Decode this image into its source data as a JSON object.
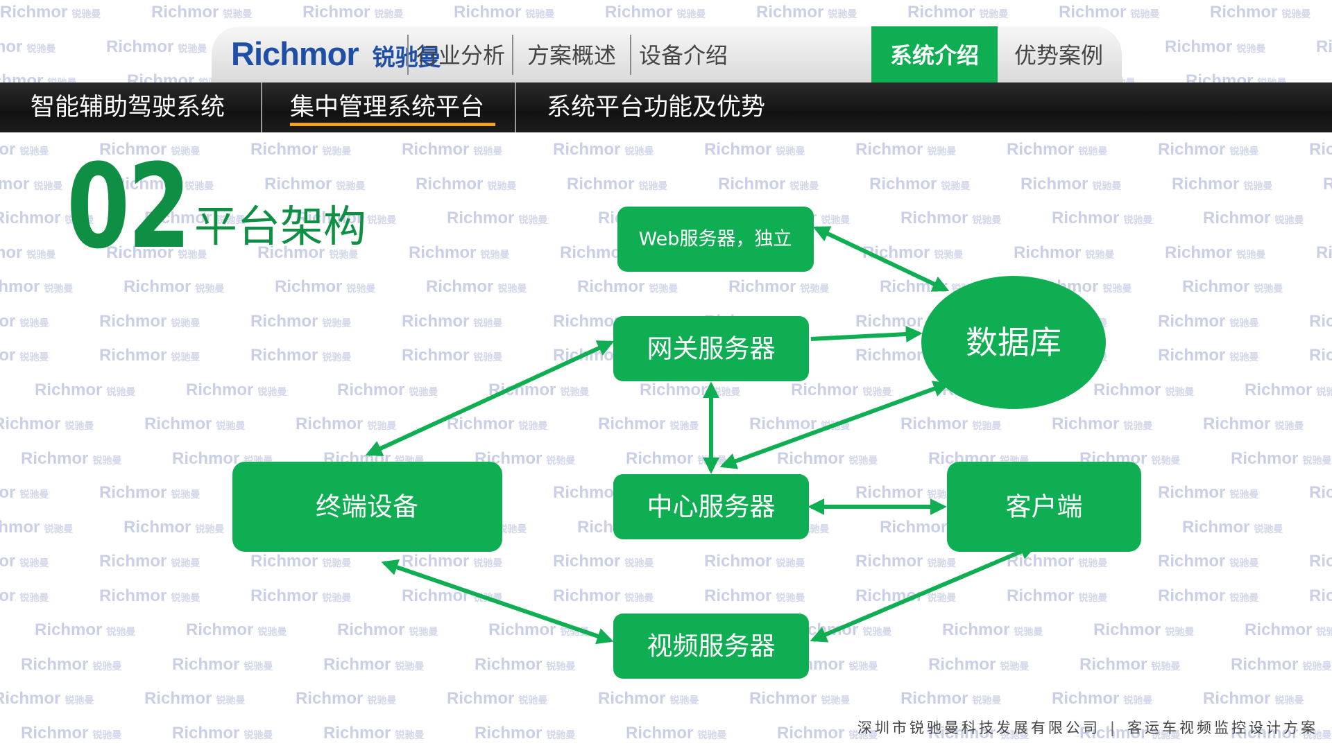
{
  "watermark": {
    "brand": "Richmor",
    "brand_cn": "锐驰曼"
  },
  "header": {
    "brand_name": "Richmor",
    "brand_cn": "锐驰曼",
    "tabs": [
      {
        "label": "行业分析",
        "active": false
      },
      {
        "label": "方案概述",
        "active": false
      },
      {
        "label": "设备介绍",
        "active": false
      },
      {
        "label": "系统介绍",
        "active": true
      },
      {
        "label": "优势案例",
        "active": false
      }
    ]
  },
  "subnav": {
    "tabs": [
      {
        "label": "智能辅助驾驶系统",
        "active": false
      },
      {
        "label": "集中管理系统平台",
        "active": true
      },
      {
        "label": "系统平台功能及优势",
        "active": false
      }
    ]
  },
  "section": {
    "number": "02",
    "title": "平台架构"
  },
  "diagram": {
    "nodes": {
      "web": "Web服务器，独立",
      "gateway": "网关服务器",
      "database": "数据库",
      "terminal": "终端设备",
      "center": "中心服务器",
      "client": "客户端",
      "video": "视频服务器"
    },
    "edges": [
      {
        "from": "web",
        "to": "database",
        "direction": "both"
      },
      {
        "from": "gateway",
        "to": "database",
        "direction": "to"
      },
      {
        "from": "gateway",
        "to": "terminal",
        "direction": "both"
      },
      {
        "from": "gateway",
        "to": "center",
        "direction": "both"
      },
      {
        "from": "center",
        "to": "database",
        "direction": "both"
      },
      {
        "from": "center",
        "to": "client",
        "direction": "both"
      },
      {
        "from": "terminal",
        "to": "video",
        "direction": "both"
      },
      {
        "from": "video",
        "to": "client",
        "direction": "both"
      }
    ],
    "color": "#0fae52"
  },
  "footer": {
    "company": "深圳市锐驰曼科技发展有限公司",
    "separator": "|",
    "document": "客运车视频监控设计方案"
  },
  "colors": {
    "accent": "#0fae52",
    "title_green": "#0e8f43",
    "brand_blue": "#1e4ea6",
    "underline": "#f2a31b"
  }
}
